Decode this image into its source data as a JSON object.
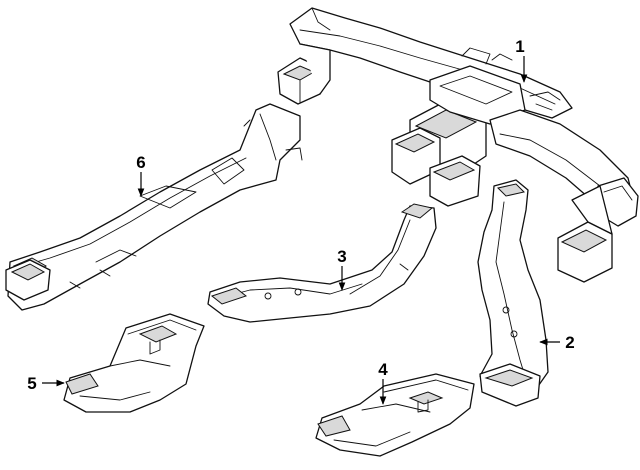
{
  "callouts": [
    {
      "id": "1",
      "label": "1"
    },
    {
      "id": "2",
      "label": "2"
    },
    {
      "id": "3",
      "label": "3"
    },
    {
      "id": "4",
      "label": "4"
    },
    {
      "id": "5",
      "label": "5"
    },
    {
      "id": "6",
      "label": "6"
    }
  ],
  "colors": {
    "line": "#111111",
    "background": "#ffffff",
    "shade": "#d9d9d9"
  }
}
